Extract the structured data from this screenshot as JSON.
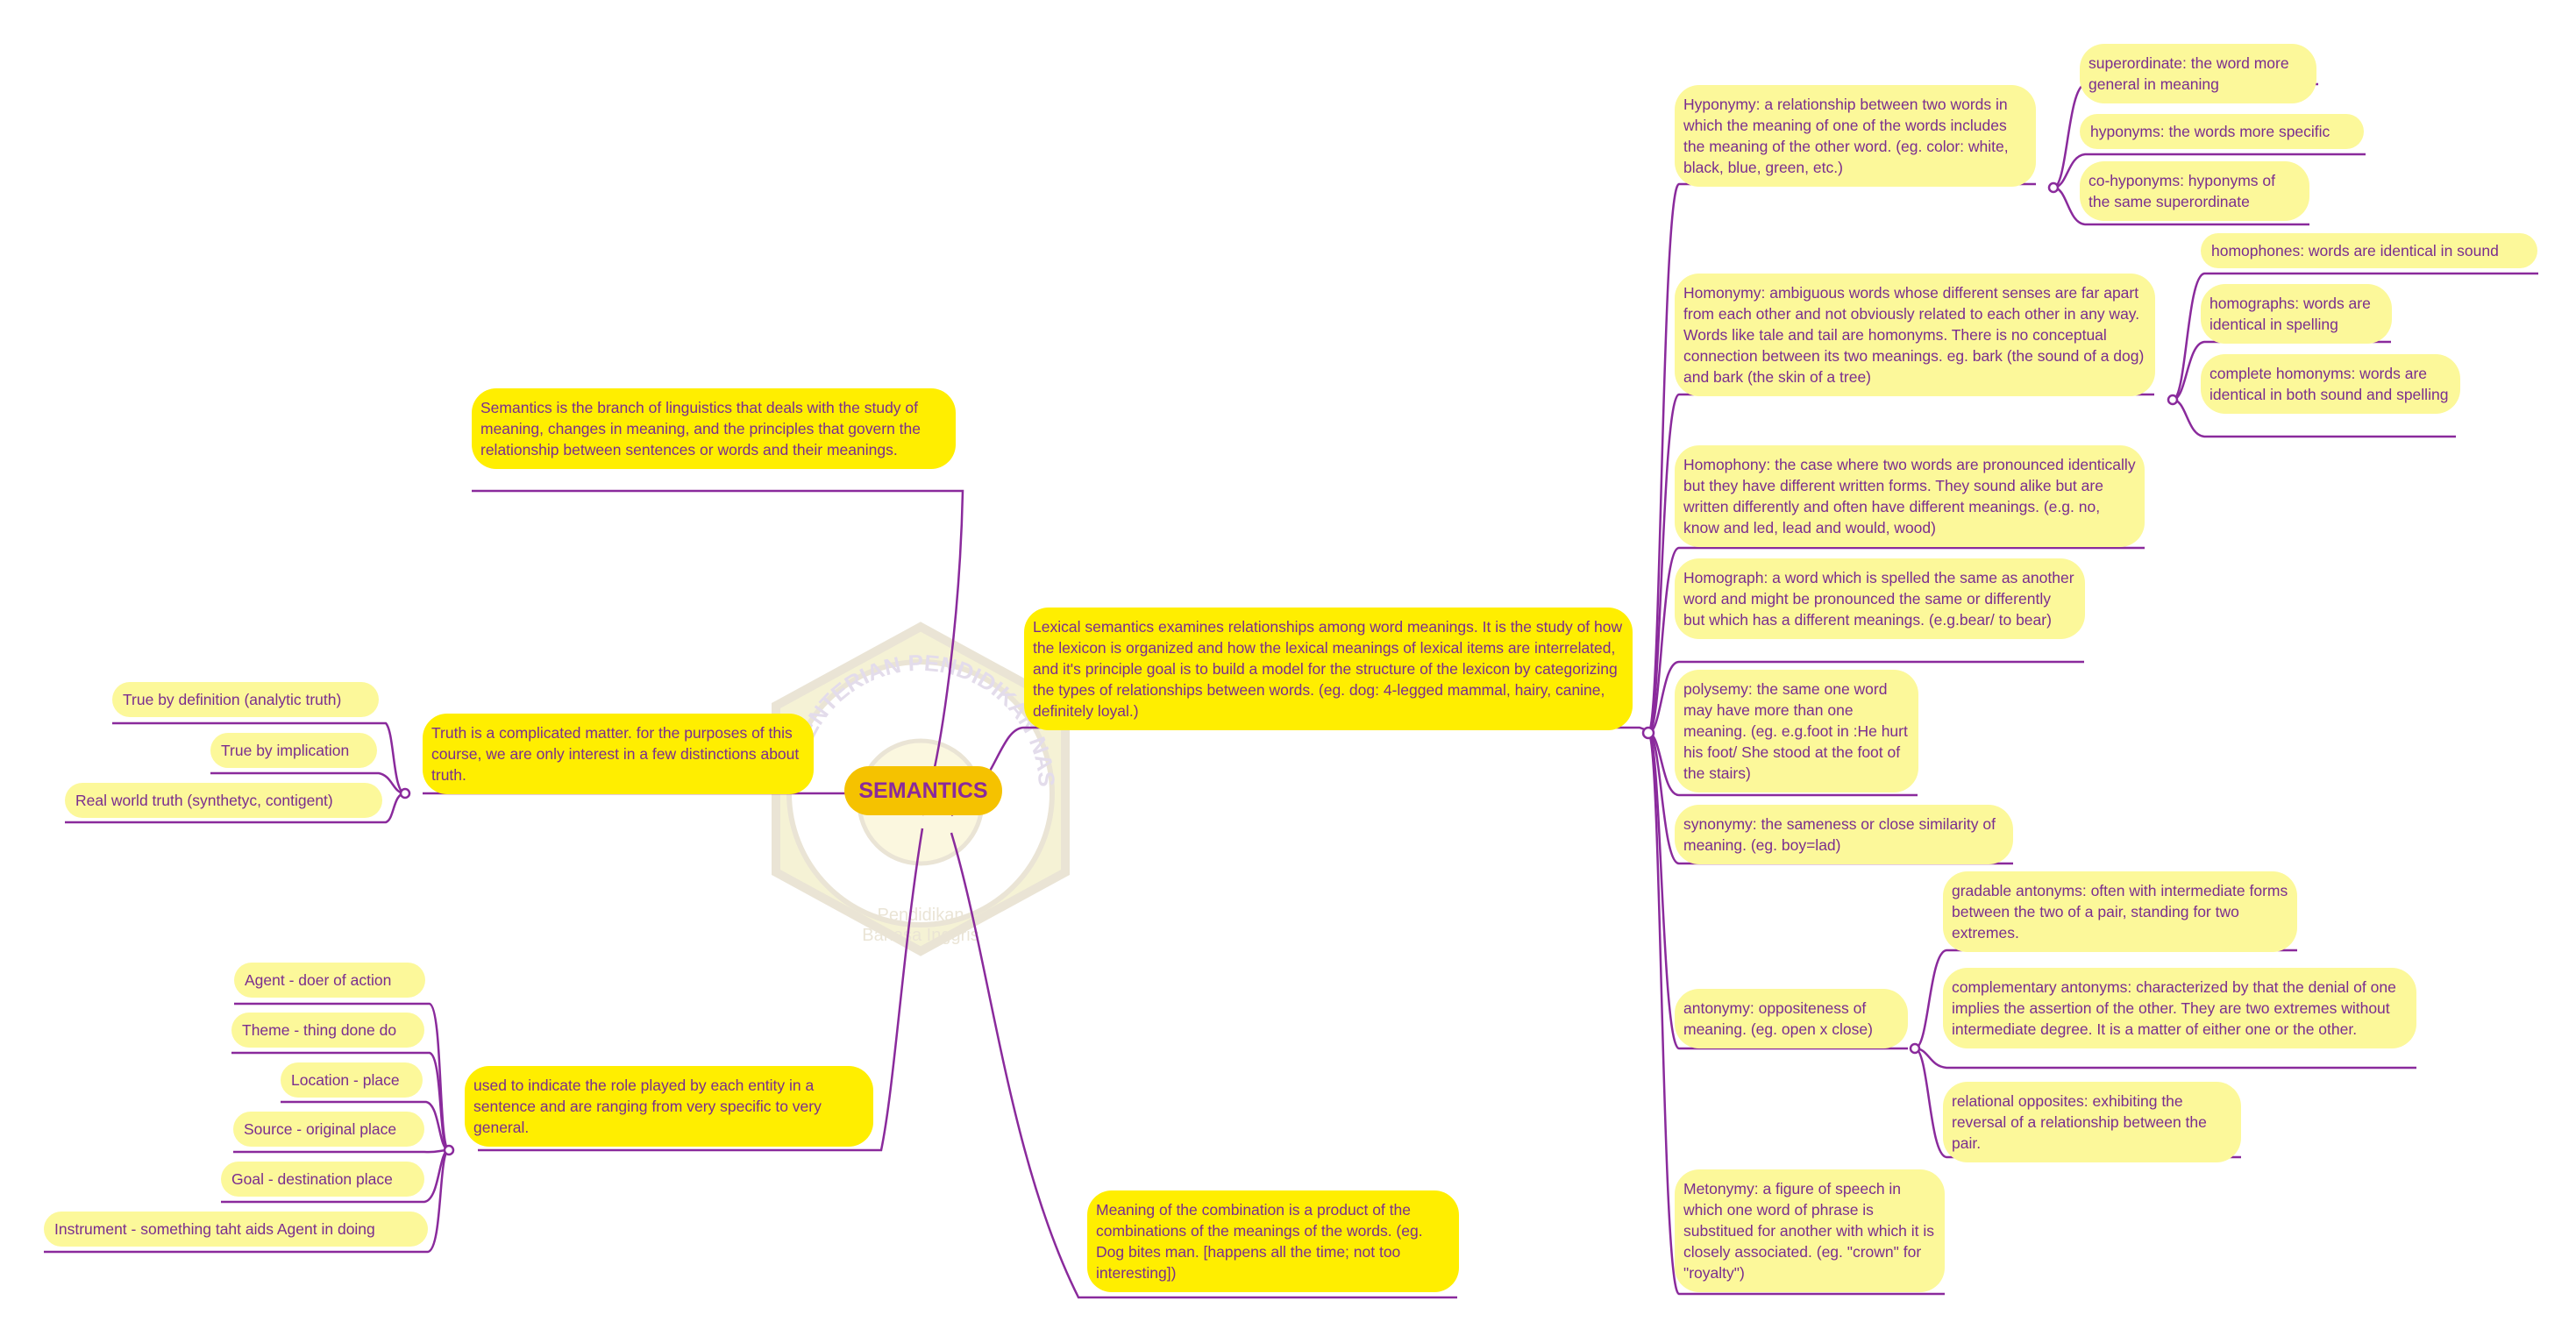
{
  "root": {
    "label": "SEMANTICS"
  },
  "watermark": {
    "ring_text": "KEMENTERIAN PENDIDIKAN NASIONAL · UNIVERSITAS SULTAN AGENG TIRTAYASA",
    "caption_line1": "Pendidikan",
    "caption_line2": "Bahasa Inggris"
  },
  "colors": {
    "line": "#8a2a9c",
    "text": "#7a2d8f",
    "bright_node": "#ffee00",
    "pale_node": "#fcf89a",
    "root": "#f5c200"
  },
  "left": {
    "definition": "Semantics is the branch of linguistics that deals with the study of meaning, changes in meaning, and the principles that govern the relationship between sentences or words and their meanings.",
    "truth": {
      "text": "Truth is a complicated matter. for the purposes of this course, we are only interest in a few distinctions about truth.",
      "children": [
        "True by definition (analytic truth)",
        "True by implication",
        "Real world truth (synthetyc, contigent)"
      ]
    },
    "roles": {
      "text": "used to indicate the role played by each entity in a sentence and are ranging from very specific to very general.",
      "children": [
        "Agent - doer of action",
        "Theme - thing done do",
        "Location - place",
        "Source - original place",
        "Goal - destination place",
        "Instrument - something taht aids Agent in doing"
      ]
    }
  },
  "right": {
    "lexical": "Lexical semantics examines relationships among word meanings. It is the study of how the lexicon is organized and how the lexical meanings of lexical items are interrelated, and it's principle goal is to build a model for the structure of the lexicon by categorizing the types of relationships between words. (eg. dog: 4-legged mammal, hairy, canine, definitely loyal.)",
    "combination": "Meaning of the combination is a product of the combinations of the meanings of the words. (eg. Dog bites man. [happens all the time; not too interesting])",
    "hyponymy": {
      "text": "Hyponymy: a relationship between two words in which the meaning of one of the words includes the meaning of the other word. (eg. color: white, black, blue, green, etc.)",
      "children": [
        "superordinate: the word more general in meaning",
        "hyponyms: the words more specific",
        "co-hyponyms: hyponyms of the same superordinate"
      ]
    },
    "homonymy": {
      "text": "Homonymy: ambiguous words whose different senses are far apart from each other and not obviously related to each other in any way. Words like tale and tail are homonyms. There is no conceptual connection between its two meanings. eg. bark (the sound of a dog) and bark (the skin of a tree)",
      "children": [
        "homophones: words are identical in sound",
        "homographs: words are identical in spelling",
        "complete homonyms: words are identical in both sound and spelling"
      ]
    },
    "homophony": "Homophony: the case where two words are pronounced identically but they have different written forms. They sound alike but are written differently and often have different meanings. (e.g. no, know and led, lead and would, wood)",
    "homograph": "Homograph: a word which is spelled the same as another word and might be pronounced the same or differently but which has a different meanings. (e.g.bear/ to bear)",
    "polysemy": "polysemy: the same one word may have more than one meaning. (eg. e.g.foot in :He hurt his foot/ She stood at the foot of the stairs)",
    "synonymy": "synonymy: the sameness or close similarity of meaning. (eg. boy=lad)",
    "antonymy": {
      "text": "antonymy: oppositeness of meaning. (eg. open x close)",
      "children": [
        "gradable antonyms: often with intermediate forms between the two of a pair, standing for two extremes.",
        "complementary antonyms: characterized by that the denial of one implies the assertion of the other. They are two extremes without intermediate degree. It is a matter of either one or the other.",
        "relational opposites: exhibiting the reversal of a relationship between the pair."
      ]
    },
    "metonymy": "Metonymy: a figure of speech in which one word of phrase is substitued for another with which it is closely associated. (eg. \"crown\" for \"royalty\")"
  }
}
